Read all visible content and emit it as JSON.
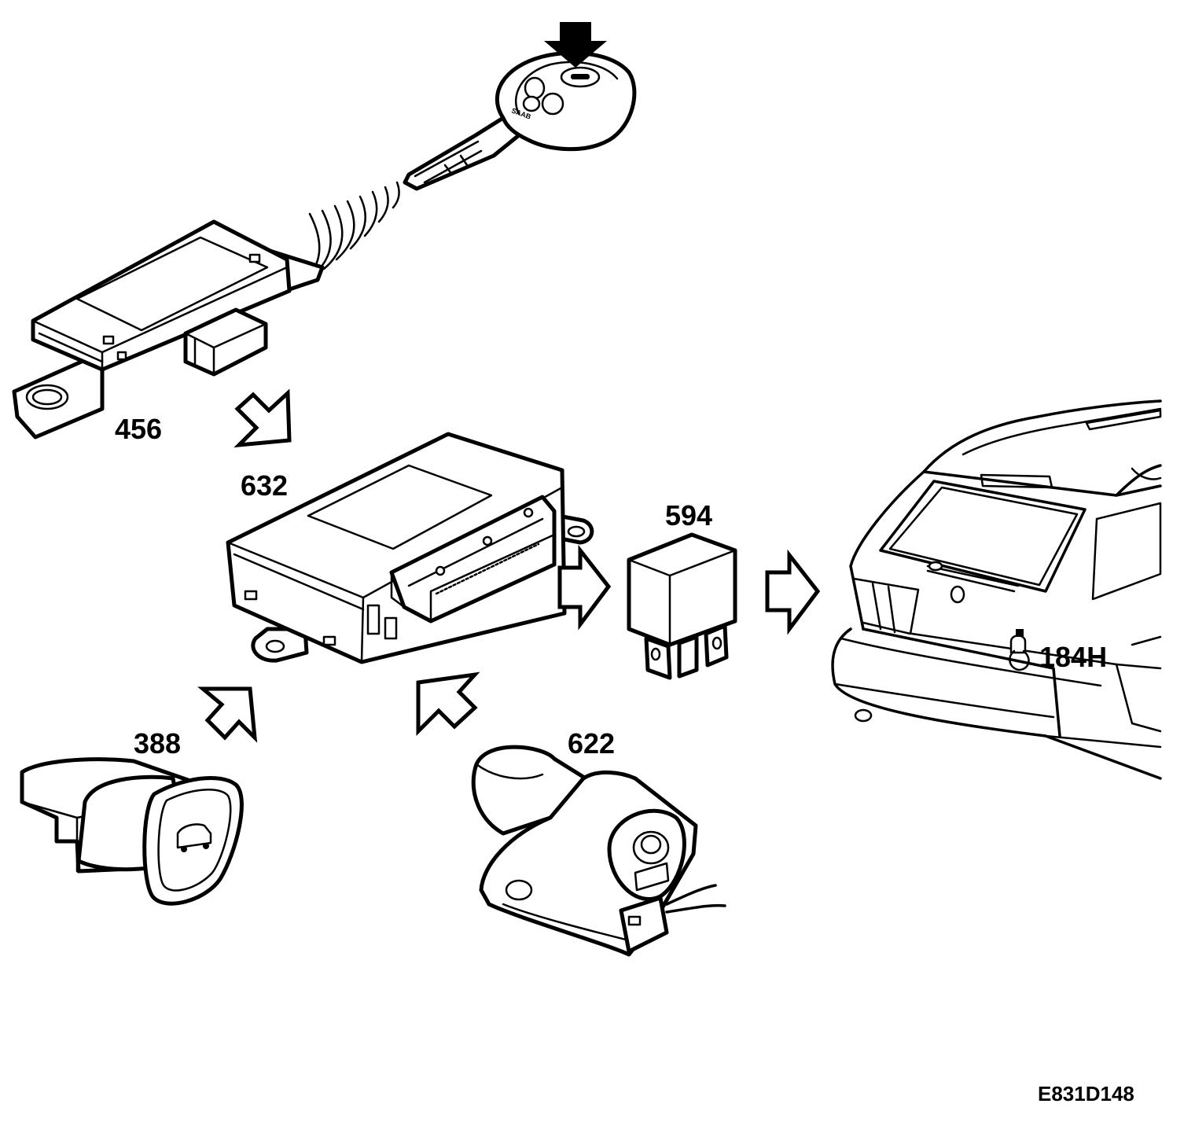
{
  "components": [
    {
      "id": "456",
      "label": "456"
    },
    {
      "id": "632",
      "label": "632"
    },
    {
      "id": "594",
      "label": "594"
    },
    {
      "id": "388",
      "label": "388"
    },
    {
      "id": "622",
      "label": "622"
    },
    {
      "id": "184H",
      "label": "184H"
    }
  ],
  "figure_ref": "E831D148"
}
